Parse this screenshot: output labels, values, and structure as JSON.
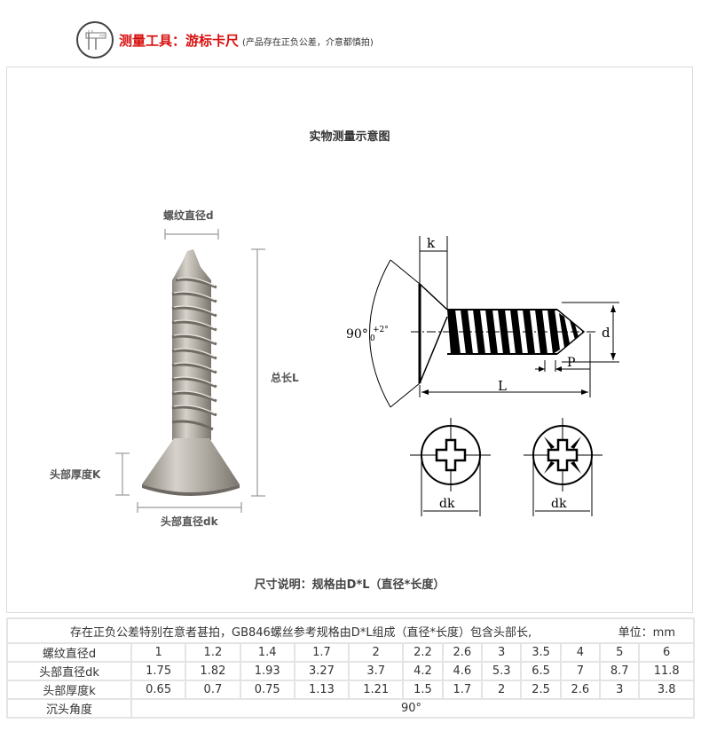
{
  "header": {
    "icon": "caliper-icon",
    "title": "测量工具：游标卡尺",
    "note": "(产品存在正负公差，介意都慎拍)"
  },
  "panel": {
    "title": "实物测量示意图",
    "photo_labels": {
      "thread_diameter": "螺纹直径d",
      "total_length": "总长L",
      "head_thickness": "头部厚度K",
      "head_diameter": "头部直径dk"
    },
    "drawing_labels": {
      "k": "k",
      "angle": "90°",
      "angle_tol_upper": "+2°",
      "angle_tol_lower": "0",
      "d": "d",
      "p": "P",
      "l": "L",
      "dk_left": "dk",
      "dk_right": "dk"
    },
    "caption": "尺寸说明：规格由D*L（直径*长度）"
  },
  "table": {
    "note": "存在正负公差特别在意者甚拍，GB846螺丝参考规格由D*L组成（直径*长度）包含头部长,",
    "unit": "单位：mm",
    "rows": [
      {
        "label": "螺纹直径d",
        "values": [
          "1",
          "1.2",
          "1.4",
          "1.7",
          "2",
          "2.2",
          "2.6",
          "3",
          "3.5",
          "4",
          "5",
          "6"
        ]
      },
      {
        "label": "头部直径dk",
        "values": [
          "1.75",
          "1.82",
          "1.93",
          "3.27",
          "3.7",
          "4.2",
          "4.6",
          "5.3",
          "6.5",
          "7",
          "8.7",
          "11.8"
        ]
      },
      {
        "label": "头部厚度k",
        "values": [
          "0.65",
          "0.7",
          "0.75",
          "1.13",
          "1.21",
          "1.5",
          "1.7",
          "2",
          "2.5",
          "2.6",
          "3",
          "3.8"
        ]
      }
    ],
    "angle_row": {
      "label": "沉头角度",
      "value": "90°"
    }
  }
}
